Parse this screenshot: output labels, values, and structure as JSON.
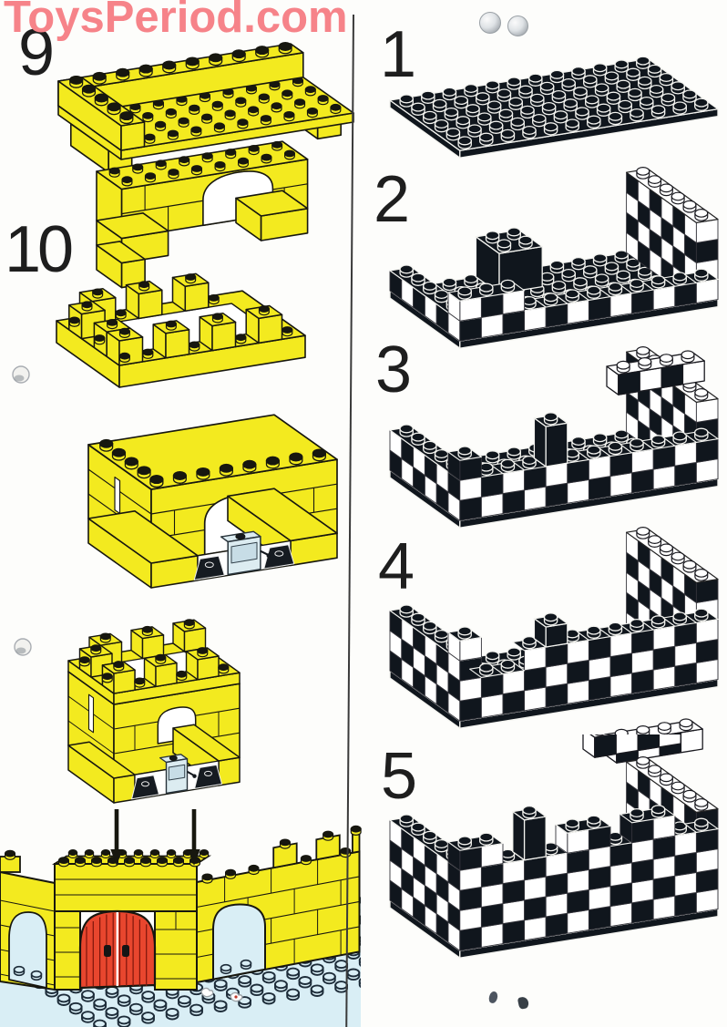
{
  "page": {
    "background": "#fdfdfb"
  },
  "watermark": {
    "text": "ToysPeriod.com",
    "color": "#f68389"
  },
  "left_steps": [
    {
      "label": "9"
    },
    {
      "label": "10"
    }
  ],
  "right_steps": [
    {
      "label": "1"
    },
    {
      "label": "2"
    },
    {
      "label": "3"
    },
    {
      "label": "4"
    },
    {
      "label": "5"
    }
  ],
  "colors": {
    "yellow": "#f3ea1f",
    "outline": "#17170f",
    "black_brick": "#10161d",
    "white_brick": "#ffffff",
    "red_door": "#e8462e",
    "door_plank_line": "#7c150b",
    "baseplate": "#d9eef5",
    "baseplate_stud_outline": "#1d2c39",
    "winch": "#dcecf1",
    "winch_inner": "#c7dde6",
    "divider": "#3a3a3a",
    "number": "#1e1e1e",
    "checker_line": "#33333a",
    "plate_edge": "#f3f3ef"
  },
  "right_walls": [
    {
      "step": "1",
      "courses": 0,
      "pillar": 0,
      "plate_studs": [
        12,
        6
      ]
    },
    {
      "step": "2",
      "courses": 1,
      "pillar": 4,
      "back_post": {
        "l0": 4,
        "l1": 6,
        "d1": 2,
        "courses": 2
      },
      "merlons": [
        [
          0,
          3,
          1
        ]
      ]
    },
    {
      "step": "3",
      "courses": 2,
      "pillar": 4,
      "post": {
        "l0": 4,
        "l1": 5,
        "courses": 2
      },
      "merlons": [
        [
          0,
          1,
          1
        ]
      ],
      "floater": true
    },
    {
      "step": "4",
      "courses": 3,
      "pillar": 5,
      "post": {
        "l0": 4,
        "l1": 5,
        "courses": 1
      },
      "gap": {
        "l0": 1,
        "l1": 3
      },
      "merlons": [
        [
          0,
          1,
          1
        ]
      ],
      "floater": true
    },
    {
      "step": "5",
      "courses": 4,
      "pillar": 5,
      "post": {
        "l0": 3,
        "l1": 4,
        "courses": 2
      },
      "merlons": [
        [
          0,
          2,
          1
        ],
        [
          5,
          7,
          1
        ],
        [
          8,
          10,
          1
        ]
      ],
      "floater": true
    }
  ],
  "artifacts": {
    "binding_dots": 2,
    "white_balls": 2,
    "bottom_marks": 2,
    "birds": 2
  },
  "illustration_alts": {
    "step9": "yellow plate with parapet walls above arched wall section",
    "step10": "yellow crenellated ring above tower body with arch, winch and black slope bricks",
    "assembly": "completed tower lowered onto castle gatehouse with red doors on blue baseplate",
    "step1": "black 12x6 baseplate with studs",
    "step2": "first checkered black and white wall course on baseplate",
    "step3": "two checkered wall courses with corner pillar",
    "step4": "three checkered wall courses with window gap",
    "step5": "four checkered wall courses with crenellations"
  }
}
